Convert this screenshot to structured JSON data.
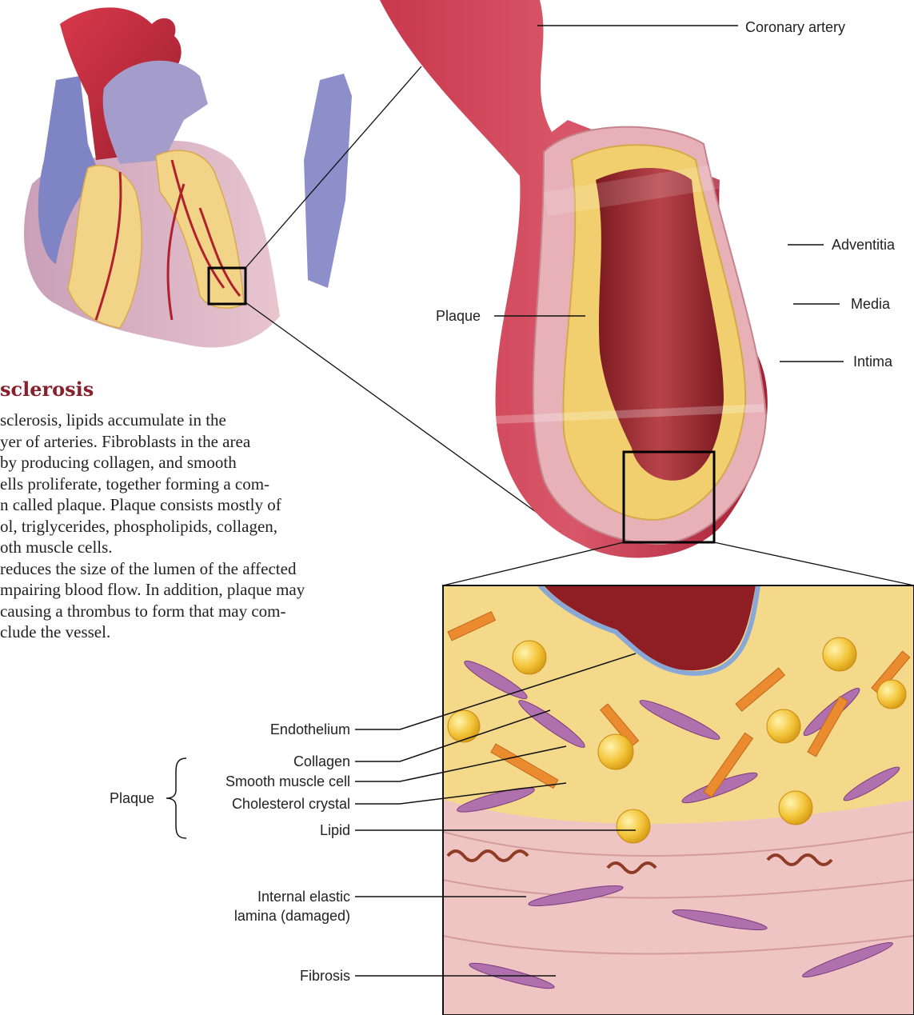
{
  "heading": "sclerosis",
  "paragraph_lines": [
    "sclerosis, lipids accumulate in the",
    "yer of arteries. Fibroblasts in the area",
    "by producing collagen, and smooth",
    "ells proliferate, together forming a com-",
    "n called plaque. Plaque consists mostly of",
    "ol, triglycerides, phospholipids, collagen,",
    "oth muscle cells.",
    " reduces the size of the lumen of the affected",
    "mpairing blood flow. In addition, plaque may",
    "causing a thrombus to form that may com-",
    "clude the vessel."
  ],
  "labels": {
    "coronary_artery": "Coronary artery",
    "adventitia": "Adventitia",
    "media": "Media",
    "intima": "Intima",
    "plaque_section": "Plaque",
    "endothelium": "Endothelium",
    "collagen": "Collagen",
    "smooth_muscle_cell": "Smooth muscle cell",
    "cholesterol_crystal": "Cholesterol crystal",
    "lipid": "Lipid",
    "plaque_group": "Plaque",
    "internal_elastic": "Internal elastic",
    "lamina_damaged": "lamina (damaged)",
    "fibrosis": "Fibrosis"
  },
  "colors": {
    "artery_red": "#b3243a",
    "plaque_yellow": "#f1cf6e",
    "media_pink": "#e9b3b8",
    "lumen": "#8e1d24",
    "heart_blue": "#8f8fc9",
    "title_red": "#8a1f2c"
  }
}
